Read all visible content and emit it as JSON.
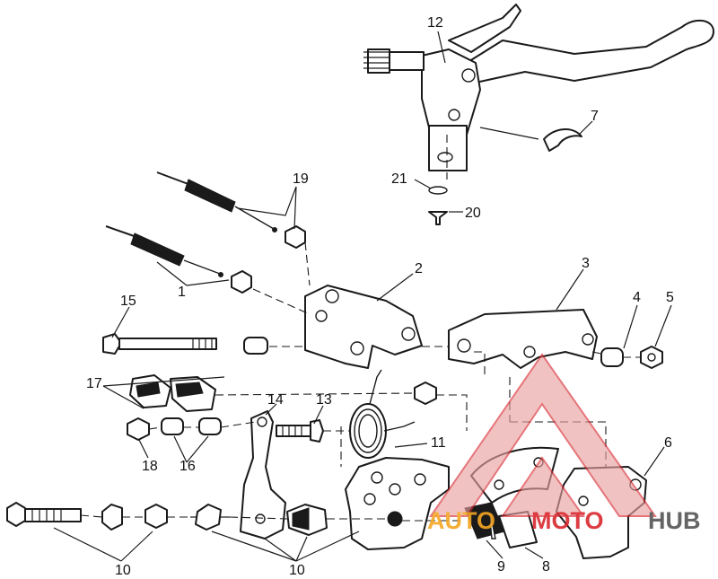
{
  "callouts": [
    {
      "id": "c12",
      "text": "12"
    },
    {
      "id": "c7",
      "text": "7"
    },
    {
      "id": "c21",
      "text": "21"
    },
    {
      "id": "c20",
      "text": "20"
    },
    {
      "id": "c19",
      "text": "19"
    },
    {
      "id": "c1",
      "text": "1"
    },
    {
      "id": "c2",
      "text": "2"
    },
    {
      "id": "c3",
      "text": "3"
    },
    {
      "id": "c4",
      "text": "4"
    },
    {
      "id": "c5",
      "text": "5"
    },
    {
      "id": "c15",
      "text": "15"
    },
    {
      "id": "c17",
      "text": "17"
    },
    {
      "id": "c14",
      "text": "14"
    },
    {
      "id": "c13",
      "text": "13"
    },
    {
      "id": "c11",
      "text": "11"
    },
    {
      "id": "c6",
      "text": "6"
    },
    {
      "id": "c18",
      "text": "18"
    },
    {
      "id": "c16",
      "text": "16"
    },
    {
      "id": "c10a",
      "text": "10"
    },
    {
      "id": "c10b",
      "text": "10"
    },
    {
      "id": "c9",
      "text": "9"
    },
    {
      "id": "c8",
      "text": "8"
    }
  ],
  "watermark": {
    "part1": "AUTO",
    "part2": "MOTO",
    "part3": "HUB",
    "color_orange": "#f5a623",
    "color_red": "#d9272e",
    "color_gray": "#555555"
  }
}
